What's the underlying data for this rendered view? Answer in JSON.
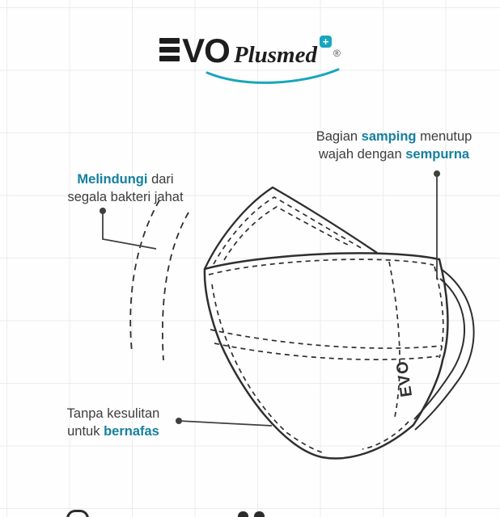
{
  "colors": {
    "accent_text": "#15809f",
    "accent_bright": "#18a6bc",
    "ink": "#2f2f2f",
    "label_text": "#3d3d3d",
    "grid": "#ececec"
  },
  "logo": {
    "brand_e": "E",
    "brand_vo": "VO",
    "sub_brand": "Plusmed",
    "plus_symbol": "+",
    "registered": "®"
  },
  "annotations": {
    "side_fit": {
      "line1_pre": "Bagian ",
      "line1_highlight": "samping",
      "line1_post": " menutup",
      "line2_pre": "wajah dengan ",
      "line2_highlight": "sempurna"
    },
    "protection": {
      "line1_highlight": "Melindungi",
      "line1_post": " dari",
      "line2": "segala bakteri jahat"
    },
    "breathing": {
      "line1": "Tanpa kesulitan",
      "line2_pre": "untuk ",
      "line2_highlight": "bernafas"
    }
  },
  "mask": {
    "brand_mark": "EVO"
  }
}
